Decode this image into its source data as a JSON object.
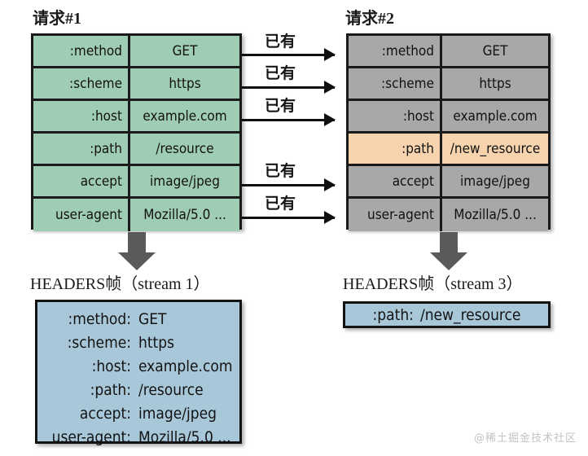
{
  "request1": {
    "title": "请求#1",
    "rows": [
      {
        "name": ":method",
        "value": "GET",
        "style": "green"
      },
      {
        "name": ":scheme",
        "value": "https",
        "style": "green"
      },
      {
        "name": ":host",
        "value": "example.com",
        "style": "green"
      },
      {
        "name": ":path",
        "value": "/resource",
        "style": "green"
      },
      {
        "name": "accept",
        "value": "image/jpeg",
        "style": "green"
      },
      {
        "name": "user-agent",
        "value": "Mozilla/5.0 ...",
        "style": "green"
      }
    ]
  },
  "request2": {
    "title": "请求#2",
    "rows": [
      {
        "name": ":method",
        "value": "GET",
        "style": "gray"
      },
      {
        "name": ":scheme",
        "value": "https",
        "style": "gray"
      },
      {
        "name": ":host",
        "value": "example.com",
        "style": "gray"
      },
      {
        "name": ":path",
        "value": "/new_resource",
        "style": "peach"
      },
      {
        "name": "accept",
        "value": "image/jpeg",
        "style": "gray"
      },
      {
        "name": "user-agent",
        "value": "Mozilla/5.0 ...",
        "style": "gray"
      }
    ]
  },
  "connectors": [
    {
      "label": "已有",
      "row": ":method"
    },
    {
      "label": "已有",
      "row": ":scheme"
    },
    {
      "label": "已有",
      "row": ":host"
    },
    {
      "label": "已有",
      "row": "accept"
    },
    {
      "label": "已有",
      "row": "user-agent"
    }
  ],
  "frame1": {
    "title": "HEADERS帧（stream 1）",
    "lines": [
      {
        "key": ":method:",
        "value": "GET"
      },
      {
        "key": ":scheme:",
        "value": "https"
      },
      {
        "key": ":host:",
        "value": "example.com"
      },
      {
        "key": ":path:",
        "value": "/resource"
      },
      {
        "key": "accept:",
        "value": "image/jpeg"
      },
      {
        "key": "user-agent:",
        "value": "Mozilla/5.0 ..."
      }
    ]
  },
  "frame2": {
    "title": "HEADERS帧（stream 3）",
    "lines": [
      {
        "key": ":path:",
        "value": "/new_resource"
      }
    ]
  },
  "watermark": "@稀土掘金技术社区",
  "colors": {
    "green": "#9fcdb3",
    "gray": "#a8a8a8",
    "peach": "#f7d4ae",
    "blue": "#a8c7d8",
    "border": "#1a1a1a",
    "arrow_gray": "#5a5a5a"
  }
}
